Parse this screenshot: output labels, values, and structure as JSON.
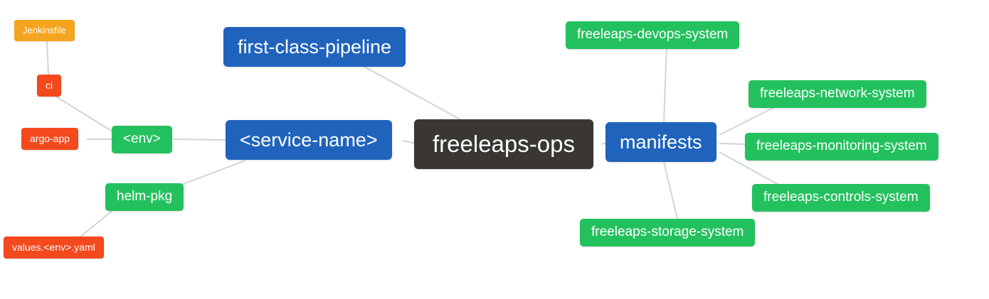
{
  "diagram": {
    "title": "freeleaps-ops repository mind map",
    "nodes": {
      "root": {
        "label": "freeleaps-ops"
      },
      "first_class_pipeline": {
        "label": "first-class-pipeline"
      },
      "service_name": {
        "label": "<service-name>"
      },
      "env": {
        "label": "<env>"
      },
      "ci": {
        "label": "ci"
      },
      "jenkinsfile": {
        "label": "Jenkinsfile"
      },
      "argo_app": {
        "label": "argo-app"
      },
      "helm_pkg": {
        "label": "helm-pkg"
      },
      "values_env_yaml": {
        "label": "values.<env>.yaml"
      },
      "manifests": {
        "label": "manifests"
      },
      "devops_system": {
        "label": "freeleaps-devops-system"
      },
      "network_system": {
        "label": "freeleaps-network-system"
      },
      "monitoring_system": {
        "label": "freeleaps-monitoring-system"
      },
      "controls_system": {
        "label": "freeleaps-controls-system"
      },
      "storage_system": {
        "label": "freeleaps-storage-system"
      }
    },
    "edges": [
      [
        "jenkinsfile",
        "ci"
      ],
      [
        "ci",
        "env"
      ],
      [
        "argo_app",
        "env"
      ],
      [
        "env",
        "service_name"
      ],
      [
        "service_name",
        "root"
      ],
      [
        "first_class_pipeline",
        "root"
      ],
      [
        "service_name",
        "helm_pkg"
      ],
      [
        "helm_pkg",
        "values_env_yaml"
      ],
      [
        "root",
        "manifests"
      ],
      [
        "manifests",
        "devops_system"
      ],
      [
        "manifests",
        "network_system"
      ],
      [
        "manifests",
        "monitoring_system"
      ],
      [
        "manifests",
        "controls_system"
      ],
      [
        "manifests",
        "storage_system"
      ]
    ],
    "colors": {
      "root": "#3a3733",
      "blue": "#2063bc",
      "green": "#23c15e",
      "red": "#f4481d",
      "orange": "#f5a41f",
      "edge": "#d4d4d4"
    }
  }
}
